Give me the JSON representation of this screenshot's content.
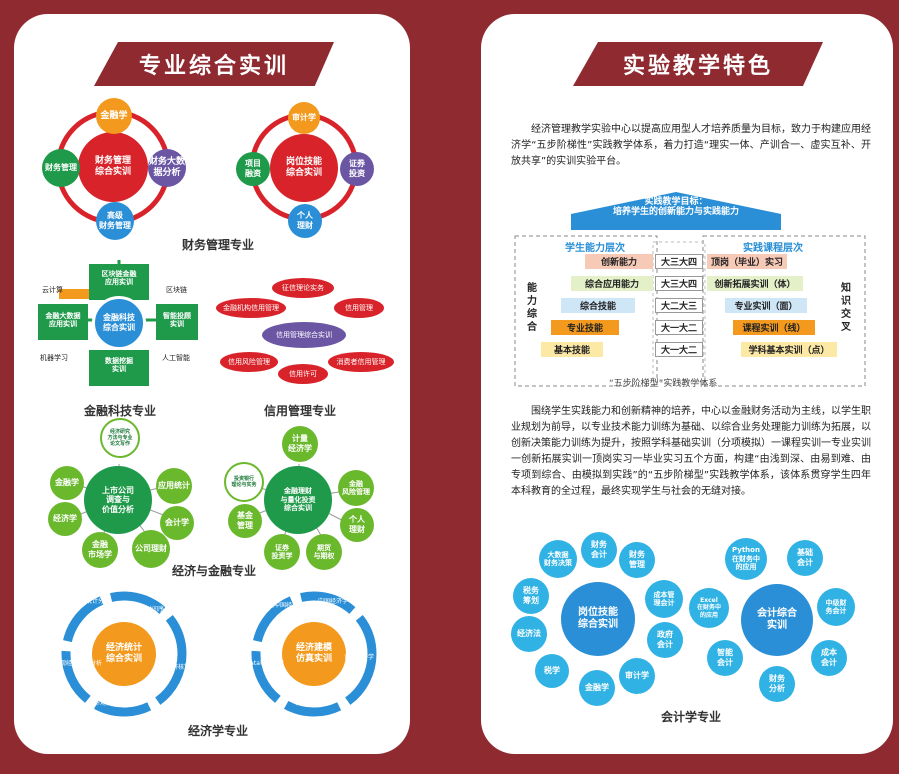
{
  "left_panel": {
    "title": "专业综合实训",
    "finance": {
      "center": "财务管理\n综合实训",
      "nodes": [
        "金融学",
        "财务大数\n据分析",
        "高级\n财务管理",
        "财务管理"
      ],
      "caption": "财务管理专业"
    },
    "securities": {
      "center": "岗位技能\n综合实训",
      "nodes": [
        "审计学",
        "证券\n投资",
        "个人\n理财",
        "项目\n融资"
      ],
      "caption": ""
    },
    "fintech": {
      "center": "金融科技\n综合实训",
      "top": "区块链金融\n应用实训",
      "right": "智能投顾\n实训",
      "bottom": "数据挖掘\n实训",
      "left": "金融大数据\n应用实训",
      "labels": [
        "云计算",
        "区块链",
        "人工智能",
        "机器学习"
      ],
      "caption": "金融科技专业"
    },
    "credit": {
      "center": "信用管理综合实训",
      "nodes": [
        "征信理论实务",
        "信用管理",
        "消费者信用管理",
        "信用许可",
        "信用风险管理",
        "金融机构信用管理"
      ],
      "caption": "信用管理专业"
    },
    "econfin1": {
      "center": "上市公司\n调查与\n价值分析",
      "nodes": [
        "经济研究\n方法与专业\n论文写作",
        "应用统计",
        "会计学",
        "公司理财",
        "金融\n市场学",
        "经济学",
        "金融学"
      ]
    },
    "econfin2": {
      "center": "金融理财\n与量化投资\n综合实训",
      "nodes": [
        "计量\n经济学",
        "金融\n风险管理",
        "个人\n理财",
        "期货\n与期权",
        "证券\n投资学",
        "基金\n管理",
        "投资银行\n理论与实务"
      ],
      "caption": "经济与金融专业"
    },
    "econ1": {
      "center": "经济统计\n综合实训",
      "arrows": [
        "经济统计分析",
        "时间序列分析",
        "国民经济核算",
        "市场调查与预测",
        "宏观经济统计分析"
      ]
    },
    "econ2": {
      "center": "经济建模\n仿真实训",
      "arrows": [
        "中国经济学",
        "计量经济学",
        "应用统计",
        "Stata软件应用",
        "当代中国经济"
      ],
      "caption": "经济学专业"
    }
  },
  "right_panel": {
    "title": "实验教学特色",
    "intro": "经济管理教学实验中心以提高应用型人才培养质量为目标，致力于构建应用经济学“五步阶梯性”实践教学体系，着力打造“理实一体、产训合一、虚实互补、开放共享”的实训实验平台。",
    "diagram": {
      "goal": "实践教学目标：\n培养学生的创新能力与实践能力",
      "left_head": "学生能力层次",
      "right_head": "实践课程层次",
      "left_side": "能\n力\n综\n合",
      "right_side": "知\n识\n交\n叉",
      "steps_left": [
        "创新能力",
        "综合应用能力",
        "综合技能",
        "专业技能",
        "基本技能"
      ],
      "years": [
        "大三大四",
        "大三大四",
        "大二大三",
        "大一大二",
        "大一大二"
      ],
      "steps_right": [
        "顶岗（毕业）实习",
        "创新拓展实训（体）",
        "专业实训（面）",
        "课程实训（线）",
        "学科基本实训（点）"
      ],
      "caption": "“五步阶梯型”实践教学体系"
    },
    "body": "围绕学生实践能力和创新精神的培养，中心以金融财务活动为主线，以学生职业规划为前导，以专业技术能力训练为基础、以综合业务处理能力训练为拓展，以创新决策能力训练为提升，按照学科基础实训（分项模拟）一课程实训一专业实训一创新拓展实训一顶岗实习一毕业实习五个方面，构建“由浅到深、由易到难、由专项到综合、由模拟到实践”的“五步阶梯型”实践教学体系，该体系贯穿学生四年本科教育的全过程，最终实现学生与社会的无缝对接。",
    "acct1": {
      "center": "岗位技能\n综合实训",
      "nodes": [
        "财务\n会计",
        "财务\n管理",
        "成本管\n理会计",
        "政府\n会计",
        "审计学",
        "金融学",
        "税学",
        "经济法",
        "税务\n筹划",
        "大数据\n财务决策"
      ]
    },
    "acct2": {
      "center": "会计综合\n实训",
      "nodes": [
        "Python\n在财务中\n的应用",
        "基础\n会计",
        "中级财\n务会计",
        "成本\n会计",
        "财务\n分析",
        "智能\n会计",
        "Excel\n在财务中\n的应用"
      ],
      "caption": "会计学专业"
    }
  },
  "colors": {
    "maroon": "#8e2a30",
    "red": "#d8232a",
    "orange": "#f39a1e",
    "purple": "#6b56a4",
    "blue": "#2a8fd6",
    "green": "#1e9a4a",
    "lightgreen": "#6ab82c",
    "cyan": "#30b2e4"
  }
}
